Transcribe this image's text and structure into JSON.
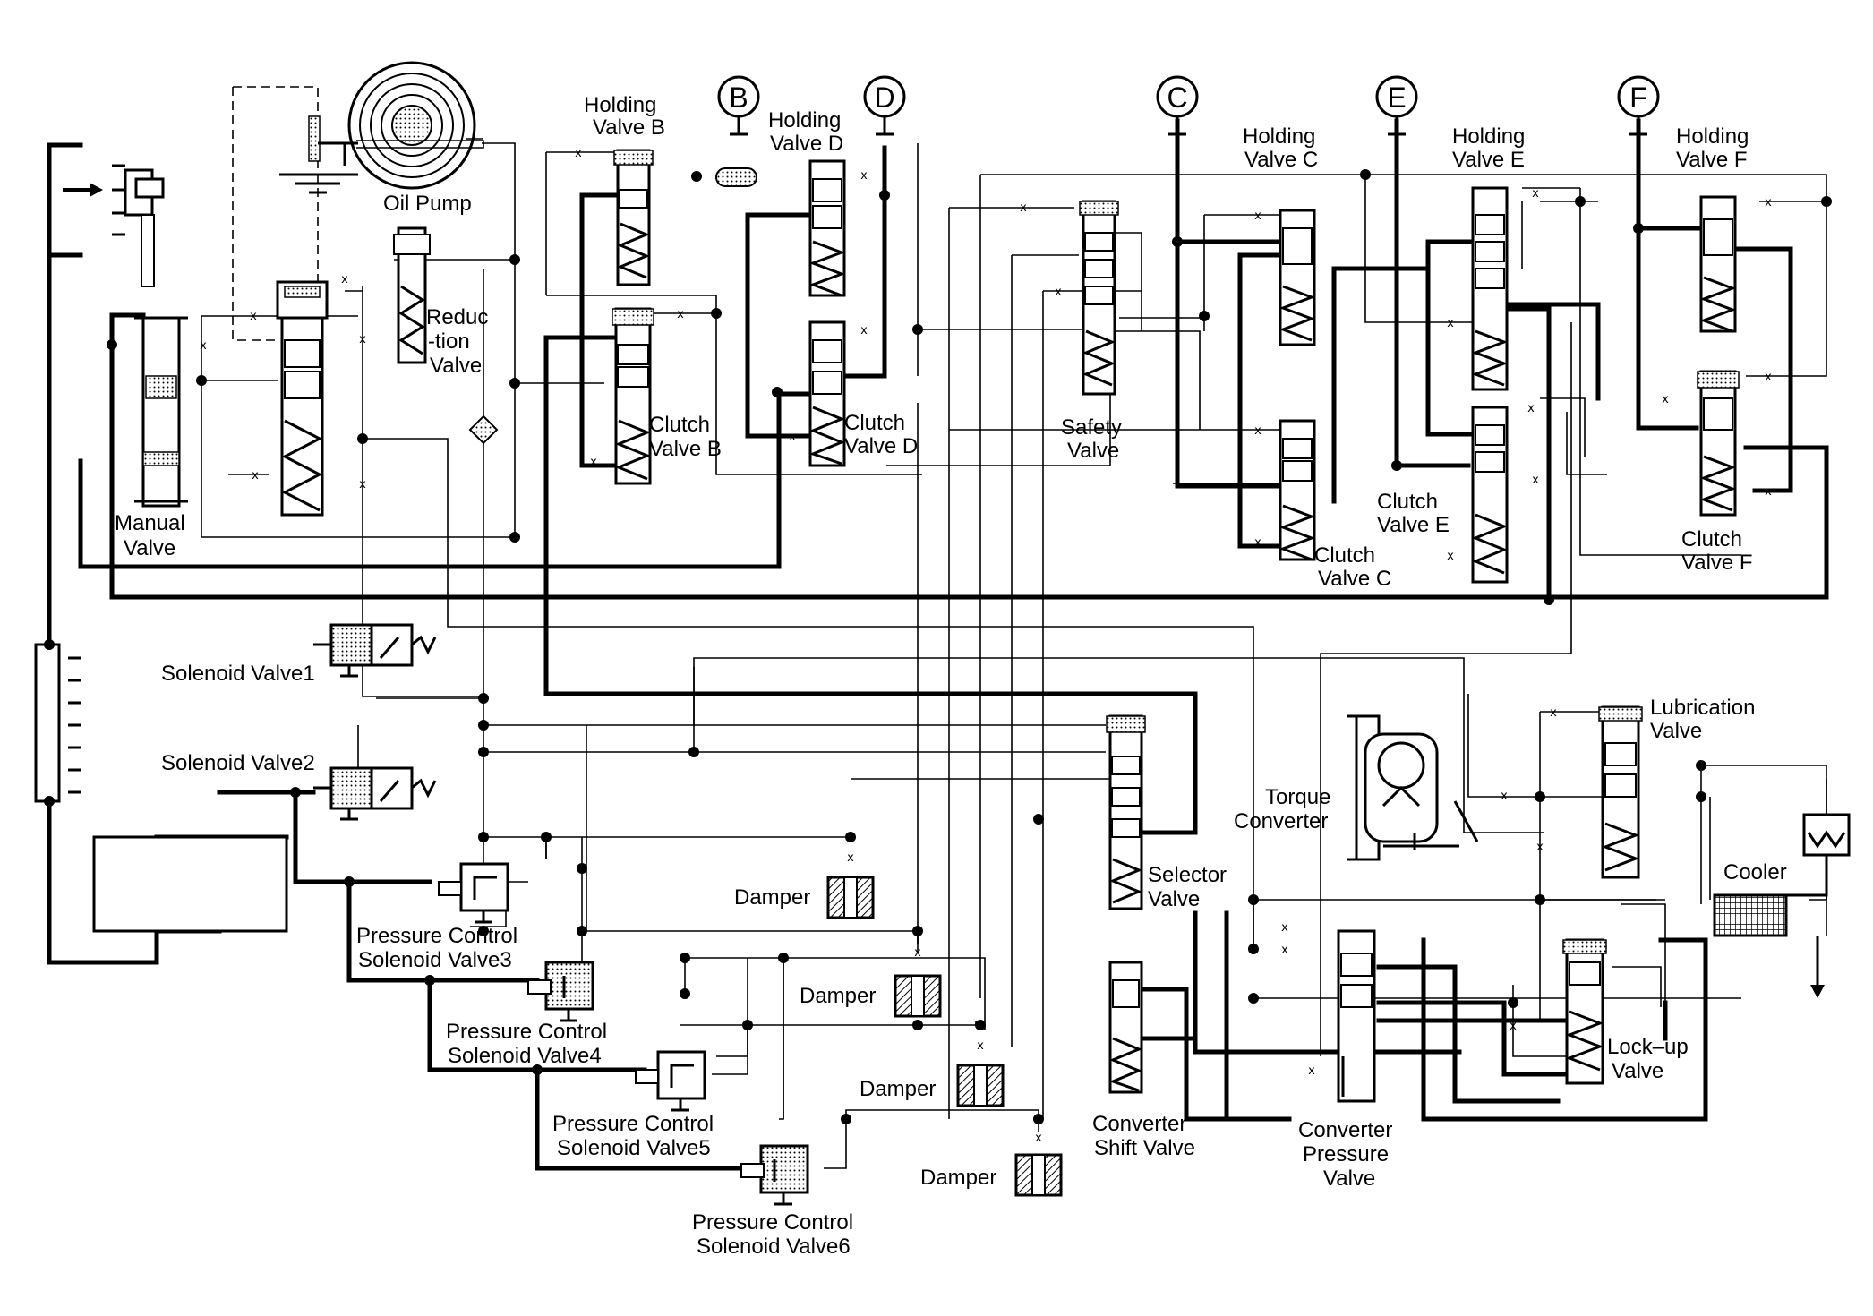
{
  "labels": {
    "oil_pump": "Oil Pump",
    "manual_valve_1": "Manual",
    "manual_valve_2": "Valve",
    "reduction_valve_1": "Reduc",
    "reduction_valve_2": "-tion",
    "reduction_valve_3": "Valve",
    "holding_b_1": "Holding",
    "holding_b_2": "Valve B",
    "holding_d_1": "Holding",
    "holding_d_2": "Valve D",
    "clutch_b_1": "Clutch",
    "clutch_b_2": "Valve B",
    "clutch_d_1": "Clutch",
    "clutch_d_2": "Valve D",
    "safety_1": "Safety",
    "safety_2": "Valve",
    "holding_c_1": "Holding",
    "holding_c_2": "Valve C",
    "holding_e_1": "Holding",
    "holding_e_2": "Valve E",
    "holding_f_1": "Holding",
    "holding_f_2": "Valve F",
    "clutch_c_1": "Clutch",
    "clutch_c_2": "Valve C",
    "clutch_e_1": "Clutch",
    "clutch_e_2": "Valve E",
    "clutch_f_1": "Clutch",
    "clutch_f_2": "Valve F",
    "solenoid_1": "Solenoid Valve1",
    "solenoid_2": "Solenoid Valve2",
    "pcsv3_1": "Pressure Control",
    "pcsv3_2": "Solenoid Valve3",
    "pcsv4_1": "Pressure Control",
    "pcsv4_2": "Solenoid Valve4",
    "pcsv5_1": "Pressure Control",
    "pcsv5_2": "Solenoid Valve5",
    "pcsv6_1": "Pressure Control",
    "pcsv6_2": "Solenoid Valve6",
    "damper_1": "Damper",
    "damper_2": "Damper",
    "damper_3": "Damper",
    "damper_4": "Damper",
    "selector_1": "Selector",
    "selector_2": "Valve",
    "torque_1": "Torque",
    "torque_2": "Converter",
    "conv_shift_1": "Converter",
    "conv_shift_2": "Shift Valve",
    "conv_press_1": "Converter",
    "conv_press_2": "Pressure",
    "conv_press_3": "Valve",
    "lockup_1": "Lock–up",
    "lockup_2": "Valve",
    "lubrication_1": "Lubrication",
    "lubrication_2": "Valve",
    "cooler": "Cooler"
  },
  "circles": {
    "b": "B",
    "d": "D",
    "c": "C",
    "e": "E",
    "f": "F"
  }
}
